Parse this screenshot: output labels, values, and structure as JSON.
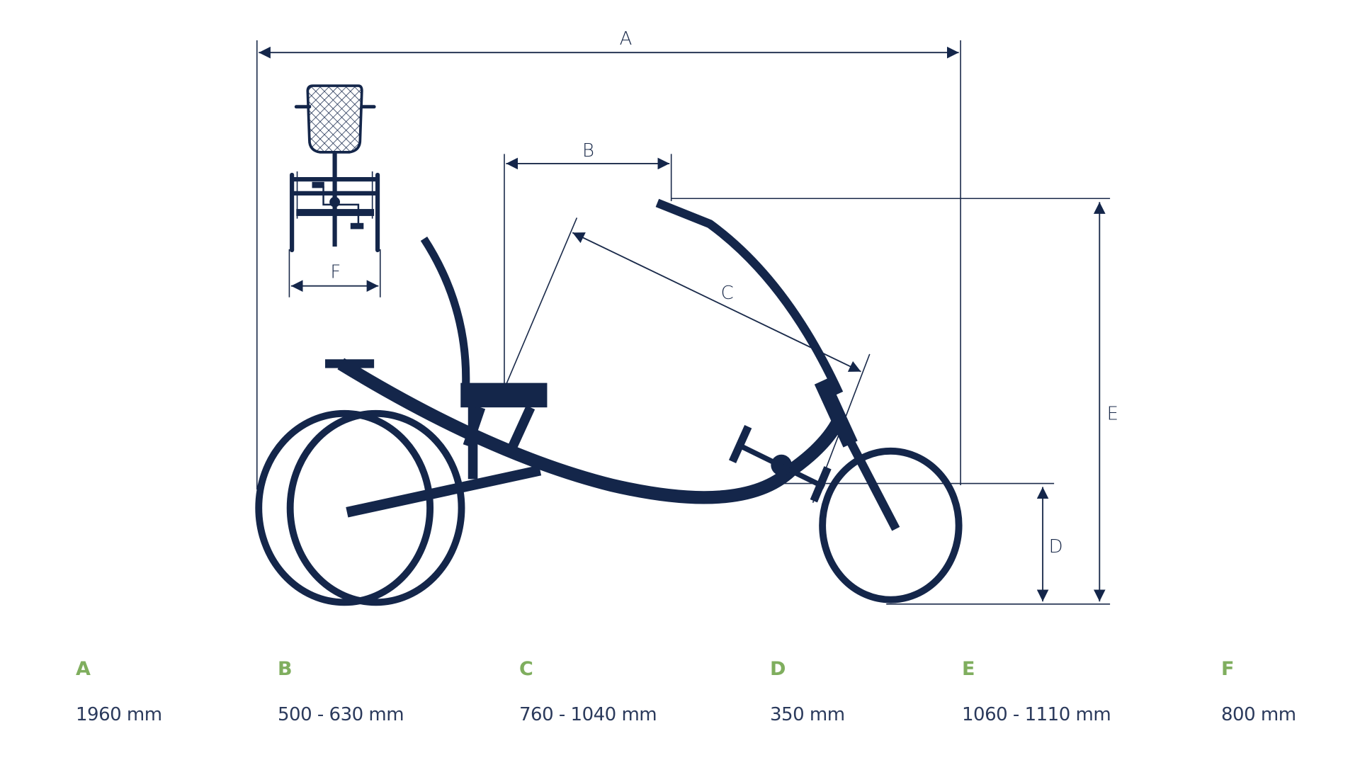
{
  "colors": {
    "frame": "#14264a",
    "dimension_line": "#1a2a4a",
    "legend_letter": "#7fae5e",
    "legend_value": "#2b3a5c"
  },
  "diagram": {
    "labels": {
      "A": "A",
      "B": "B",
      "C": "C",
      "D": "D",
      "E": "E",
      "F": "F"
    }
  },
  "legend": [
    {
      "letter": "A",
      "value": "1960 mm"
    },
    {
      "letter": "B",
      "value": "500 - 630 mm"
    },
    {
      "letter": "C",
      "value": "760 - 1040 mm"
    },
    {
      "letter": "D",
      "value": "350 mm"
    },
    {
      "letter": "E",
      "value": "1060 - 1110 mm"
    },
    {
      "letter": "F",
      "value": "800 mm"
    }
  ]
}
